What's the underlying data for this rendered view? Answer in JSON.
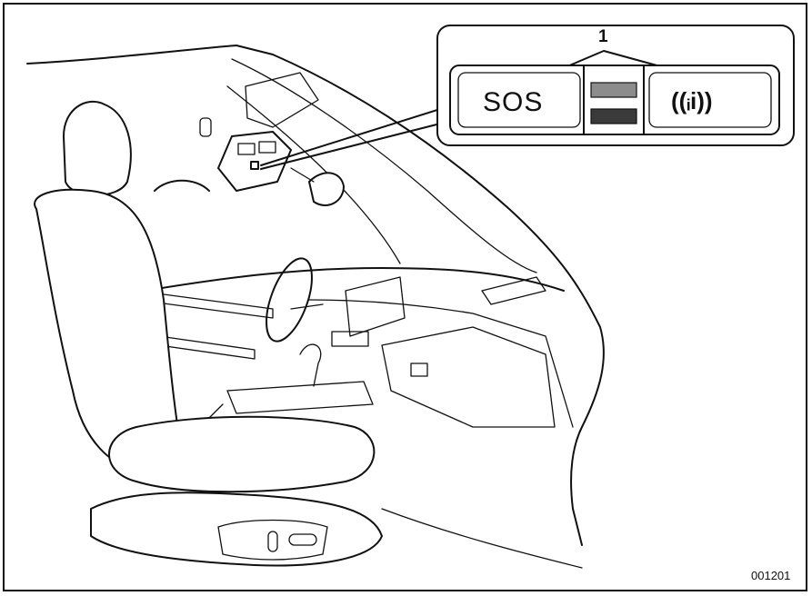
{
  "callout": {
    "number": "1"
  },
  "panel": {
    "sos_label": "SOS",
    "info_label": "((ᵢi))",
    "indicator_upper_color": "#8c8c8c",
    "indicator_lower_color": "#3a3a3a"
  },
  "figure": {
    "code": "001201"
  }
}
